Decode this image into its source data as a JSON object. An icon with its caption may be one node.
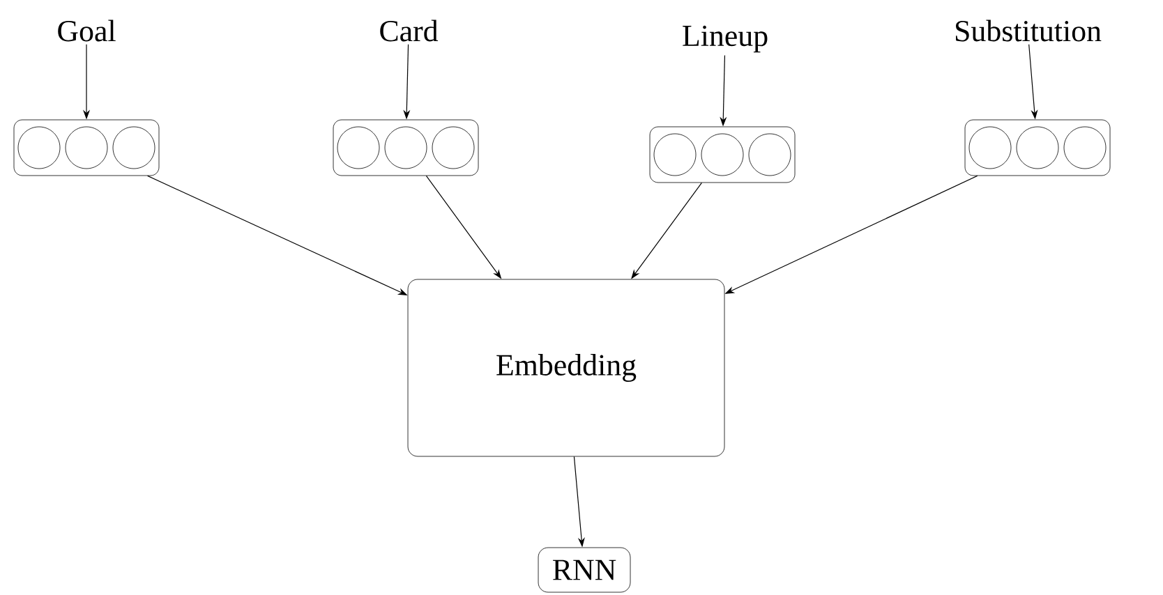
{
  "diagram": {
    "nodes": [
      {
        "text": [
          "Goal"
        ]
      },
      {
        "text": [
          "Card"
        ]
      },
      {
        "text": [
          "Lineup"
        ]
      },
      {
        "text": [
          "Substitution"
        ]
      },
      {
        "text": [],
        "shape": "box"
      },
      {
        "text": [],
        "shape": "box"
      },
      {
        "text": [],
        "shape": "box"
      },
      {
        "text": [],
        "shape": "box"
      },
      {
        "text": [
          "Embedding"
        ]
      },
      {
        "text": [
          "RNN"
        ]
      }
    ],
    "edges": [
      {
        "from": 0,
        "to": 4,
        "arrow": "to"
      },
      {
        "from": 1,
        "to": 5,
        "arrow": "to"
      },
      {
        "from": 2,
        "to": 6,
        "arrow": "to"
      },
      {
        "from": 3,
        "to": 7,
        "arrow": "to"
      },
      {
        "from": 4,
        "to": 8,
        "arrow": "to"
      },
      {
        "from": 5,
        "to": 8,
        "arrow": "to"
      },
      {
        "from": 6,
        "to": 8,
        "arrow": "to"
      },
      {
        "from": 7,
        "to": 8,
        "arrow": "to"
      },
      {
        "from": 8,
        "to": 9,
        "arrow": "to"
      }
    ]
  }
}
